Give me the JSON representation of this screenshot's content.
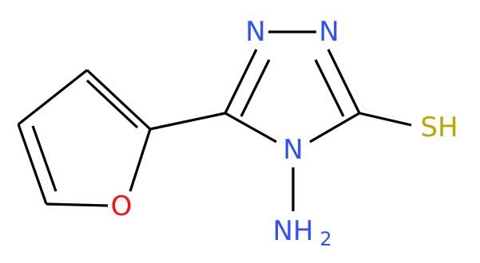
{
  "molecule": {
    "atoms": {
      "n1": {
        "symbol": "N",
        "color": "#3050F8"
      },
      "n2": {
        "symbol": "N",
        "color": "#3050F8"
      },
      "n4": {
        "symbol": "N",
        "color": "#3050F8"
      },
      "nh2": {
        "symbol": "NH",
        "subscript": "2",
        "color": "#3050F8"
      },
      "sh": {
        "symbol": "SH",
        "color": "#B8A800"
      },
      "o": {
        "symbol": "O",
        "color": "#FF0D0D"
      }
    }
  }
}
